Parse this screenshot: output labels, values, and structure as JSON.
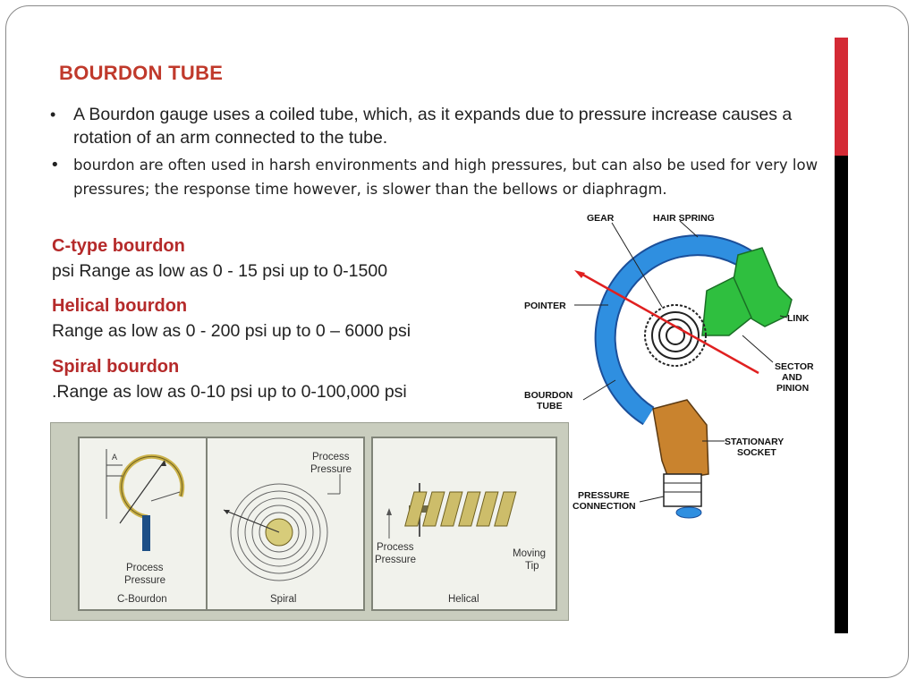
{
  "slide": {
    "title": "BOURDON TUBE",
    "bullets": [
      "A Bourdon gauge uses a coiled tube, which, as it expands due to pressure increase causes a  rotation of an arm connected to the tube.",
      "bourdon are often used in harsh  environments and high pressures, but can also be used for very low pressures; the response time however, is slower than the bellows or diaphragm."
    ],
    "types": [
      {
        "name": "C-type bourdon",
        "range": "psi  Range as low as 0 - 15 psi up to 0-1500"
      },
      {
        "name": "Helical bourdon",
        "range": "Range as low as 0 - 200 psi up to 0 – 6000 psi"
      },
      {
        "name": "Spiral bourdon",
        "range": ".Range as low as 0-10 psi up to 0-100,000 psi"
      }
    ]
  },
  "diagram_panels": {
    "c_bourdon": {
      "caption": "C-Bourdon",
      "process_line1": "Process",
      "process_line2": "Pressure",
      "mark_a": "A"
    },
    "spiral": {
      "caption": "Spiral",
      "process_line1": "Process",
      "process_line2": "Pressure"
    },
    "helical": {
      "caption": "Helical",
      "process_line1": "Process",
      "process_line2": "Pressure",
      "tip_line1": "Moving",
      "tip_line2": "Tip"
    }
  },
  "gauge_diagram": {
    "labels": {
      "gear": "GEAR",
      "hair_spring": "HAIR SPRING",
      "pointer": "POINTER",
      "link": "LINK",
      "sector_line1": "SECTOR",
      "sector_line2": "AND",
      "sector_line3": "PINION",
      "tube_line1": "BOURDON",
      "tube_line2": "TUBE",
      "socket_line1": "STATIONARY",
      "socket_line2": "SOCKET",
      "conn_line1": "PRESSURE",
      "conn_line2": "CONNECTION"
    },
    "colors": {
      "tube": "#2f8fe0",
      "link": "#2fbf3f",
      "socket": "#c9832e",
      "pointer": "#e02020"
    }
  }
}
